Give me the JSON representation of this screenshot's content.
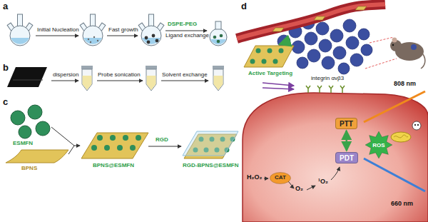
{
  "diagram": {
    "nodes": [
      {
        "text": [
          "PTT"
        ]
      },
      {
        "text": [
          "ROS"
        ]
      },
      {
        "text": [
          "PDT"
        ]
      },
      {
        "text": [
          "CAT"
        ]
      }
    ],
    "edges": [
      {
        "from": 0,
        "to": 2,
        "arrow": "both"
      }
    ],
    "labels": [
      "a",
      "Initial Nucleation",
      "Fast growth",
      "DSPE-PEG",
      "Ligand exchange",
      "b",
      "dispersion",
      "Probe sonication",
      "Solvent exchange",
      "c",
      "ESMFN",
      "BPNS",
      "BPNS@ESMFN",
      "RGD",
      "RGD-BPNS@ESMFN",
      "d",
      "Active Targeting",
      "integrin αvβ3",
      "808 nm",
      "H₂O₂",
      "O₂",
      "¹O₂",
      "660 nm"
    ]
  }
}
